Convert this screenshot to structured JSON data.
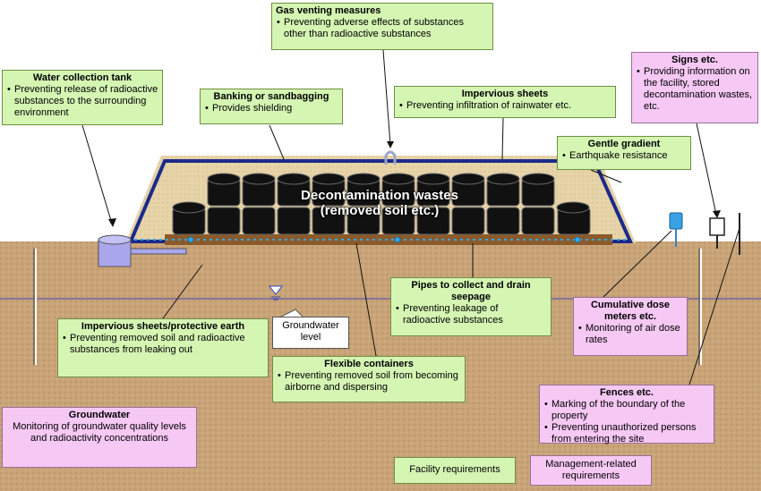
{
  "center_label": {
    "line1": "Decontamination wastes",
    "line2": "(removed soil etc.)"
  },
  "groundwater_level": {
    "line1": "Groundwater",
    "line2": "level"
  },
  "boxes": {
    "gas_venting": {
      "title": "Gas venting measures",
      "items": [
        "Preventing adverse effects of substances other than radioactive substances"
      ]
    },
    "water_tank": {
      "title": "Water collection tank",
      "items": [
        "Preventing release of radioactive substances to the surrounding environment"
      ]
    },
    "banking": {
      "title": "Banking or sandbagging",
      "items": [
        "Provides shielding"
      ]
    },
    "impervious_sheets": {
      "title": "Impervious sheets",
      "items": [
        "Preventing infiltration of rainwater etc."
      ]
    },
    "signs": {
      "title": "Signs etc.",
      "items": [
        "Providing information on the facility, stored decontamination wastes, etc."
      ]
    },
    "gentle_gradient": {
      "title": "Gentle gradient",
      "items": [
        "Earthquake resistance"
      ]
    },
    "pipes": {
      "title": "Pipes to collect and drain seepage",
      "items": [
        "Preventing leakage of radioactive substances"
      ]
    },
    "dose_meters": {
      "title": "Cumulative dose meters etc.",
      "items": [
        "Monitoring of air dose rates"
      ]
    },
    "impervious_earth": {
      "title": "Impervious sheets/protective earth",
      "items": [
        "Preventing removed soil and radioactive substances from leaking out"
      ]
    },
    "flexible_containers": {
      "title": "Flexible containers",
      "items": [
        "Preventing removed soil from becoming airborne and dispersing"
      ]
    },
    "groundwater": {
      "title": "Groundwater",
      "text": "Monitoring of groundwater quality levels and radioactivity concentrations"
    },
    "fences": {
      "title": "Fences etc.",
      "items": [
        "Marking of the boundary of the property",
        "Preventing unauthorized persons from entering the site"
      ]
    }
  },
  "legend": {
    "facility": "Facility requirements",
    "management": "Management-related requirements"
  },
  "colors": {
    "facility_box": "#d5f5b3",
    "management_box": "#f6c8f4",
    "soil": "#c9a478",
    "sandbag": "#e7d3a8",
    "sheet_border": "#1b2a8a",
    "container": "#111111",
    "tank": "#a9a6ec",
    "pipe_dots": "#35a8e6"
  }
}
